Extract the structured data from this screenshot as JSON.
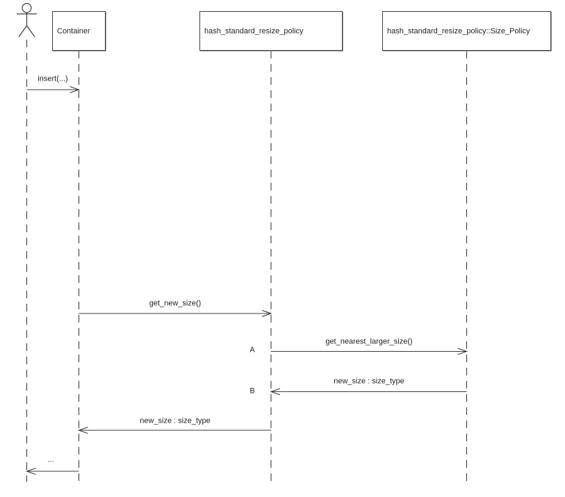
{
  "diagram": {
    "type": "uml-sequence",
    "background_color": "#ffffff",
    "line_color": "#3a3a3a",
    "text_color": "#1f1f1f"
  },
  "actor": {
    "icon": "stick-figure-actor-icon",
    "label": ""
  },
  "participants": [
    {
      "label": "Container"
    },
    {
      "label": "hash_standard_resize_policy"
    },
    {
      "label": "hash_standard_resize_policy::Size_Policy"
    }
  ],
  "messages": [
    {
      "label": "insert(...)",
      "from": "actor",
      "to": "Container"
    },
    {
      "label": "get_new_size()",
      "from": "Container",
      "to": "hash_standard_resize_policy"
    },
    {
      "label": "get_nearest_larger_size()",
      "marker": "A",
      "from": "hash_standard_resize_policy",
      "to": "hash_standard_resize_policy::Size_Policy"
    },
    {
      "label": "new_size : size_type",
      "marker": "B",
      "from": "hash_standard_resize_policy::Size_Policy",
      "to": "hash_standard_resize_policy"
    },
    {
      "label": "new_size : size_type",
      "from": "hash_standard_resize_policy",
      "to": "Container"
    },
    {
      "label": "...",
      "from": "Container",
      "to": "actor"
    }
  ]
}
